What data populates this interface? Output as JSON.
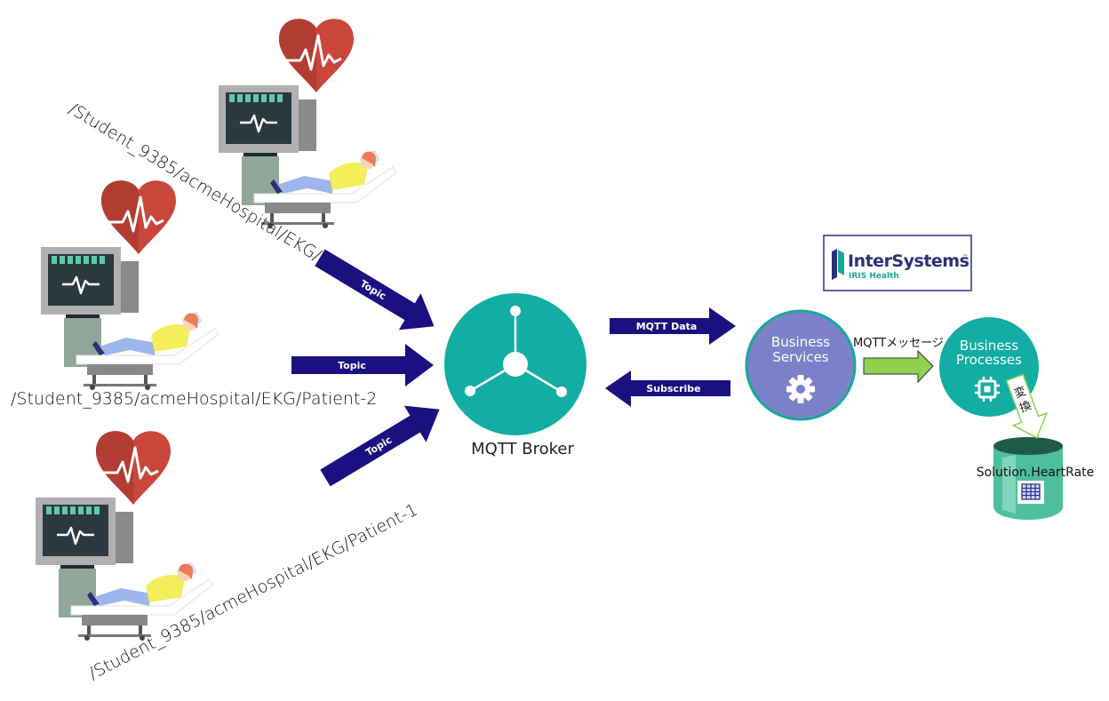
{
  "diagram": {
    "patients": [
      {
        "id": "patient-3",
        "topic": "/Student_9385/acmeHospital/EKG/Patient-3",
        "arrow_label": "Topic"
      },
      {
        "id": "patient-2",
        "topic": "/Student_9385/acmeHospital/EKG/Patient-2",
        "arrow_label": "Topic"
      },
      {
        "id": "patient-1",
        "topic": "/Student_9385/acmeHospital/EKG/Patient-1",
        "arrow_label": "Topic"
      }
    ],
    "broker": {
      "label": "MQTT Broker"
    },
    "flows": {
      "mqtt_data": "MQTT Data",
      "subscribe": "Subscribe",
      "mqtt_message": "MQTTメッセージ",
      "transform": [
        "変",
        "換"
      ]
    },
    "logo": {
      "main": "InterSystems",
      "tm": "™",
      "sub": "IRIS Health"
    },
    "business_services": {
      "line1": "Business",
      "line2": "Services"
    },
    "business_processes": {
      "line1": "Business",
      "line2": "Processes"
    },
    "database": {
      "label": "Solution.HeartRate"
    },
    "colors": {
      "teal": "#12ada3",
      "purple": "#7b82c9",
      "arrow_navy": "#1a1080",
      "green_arrow": "#8fd14f",
      "heart": "#c9463a",
      "db": "#4dbf9c"
    }
  }
}
